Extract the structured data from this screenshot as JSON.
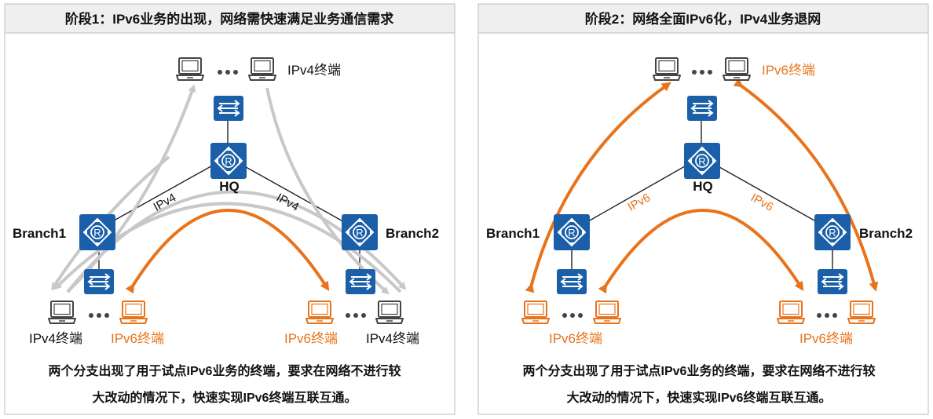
{
  "stage1": {
    "title": "阶段1：IPv6业务的出现，网络需快速满足业务通信需求",
    "top_terminal_label": "IPv4终端",
    "hq_label": "HQ",
    "branch1_label": "Branch1",
    "branch2_label": "Branch2",
    "link_left_label": "IPv4",
    "link_right_label": "IPv4",
    "b1_terminal_a": "IPv4终端",
    "b1_terminal_b": "IPv6终端",
    "b2_terminal_a": "IPv6终端",
    "b2_terminal_b": "IPv4终端",
    "caption_line1": "两个分支出现了用于试点IPv6业务的终端，要求在网络不进行较",
    "caption_line2": "大改动的情况下，快速实现IPv6终端互联互通。"
  },
  "stage2": {
    "title": "阶段2：网络全面IPv6化，IPv4业务退网",
    "top_terminal_label": "IPv6终端",
    "hq_label": "HQ",
    "branch1_label": "Branch1",
    "branch2_label": "Branch2",
    "link_left_label": "IPv6",
    "link_right_label": "IPv6",
    "b1_terminal_label": "IPv6终端",
    "b2_terminal_label": "IPv6终端",
    "caption_line1": "两个分支出现了用于试点IPv6业务的终端，要求在网络不进行较",
    "caption_line2": "大改动的情况下，快速实现IPv6终端互联互通。"
  },
  "colors": {
    "device_blue": "#1a5fa8",
    "orange": "#e8731a",
    "gray_arrow": "#c8c8c8",
    "title_bg": "#efefef",
    "border": "#bdbdbd"
  },
  "icons": [
    "laptop-icon",
    "router-icon",
    "switch-icon",
    "ellipsis-icon"
  ]
}
